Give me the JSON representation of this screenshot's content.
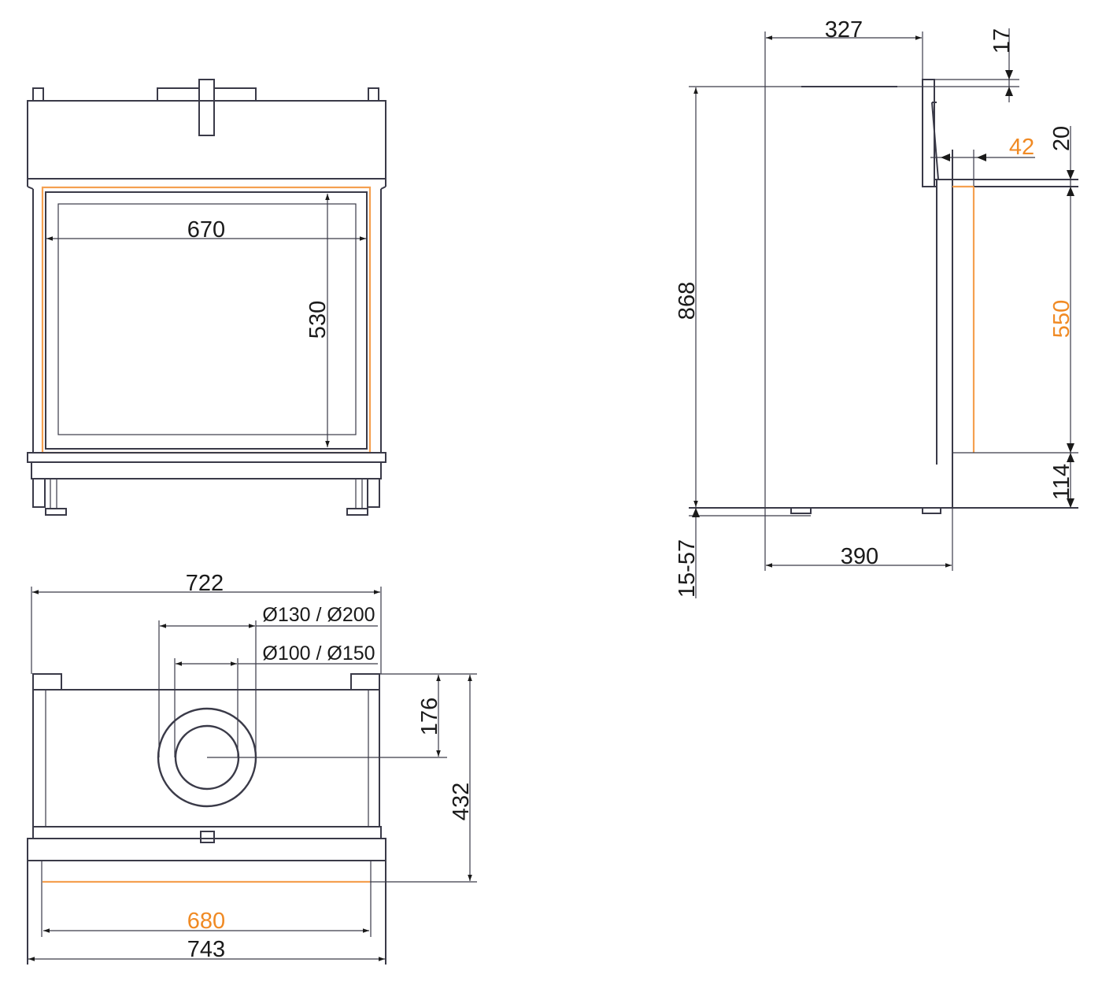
{
  "colors": {
    "line": "#3a3a48",
    "highlight": "#f08a24"
  },
  "front_view": {
    "width_670": "670",
    "height_530": "530"
  },
  "top_view": {
    "width_722": "722",
    "flue_outer": "Ø130 / Ø200",
    "flue_inner": "Ø100 / Ø150",
    "depth_176": "176",
    "depth_432": "432",
    "width_680": "680",
    "width_743": "743"
  },
  "side_view": {
    "top_327": "327",
    "top_17": "17",
    "offset_42": "42",
    "gap_20": "20",
    "height_868": "868",
    "height_550": "550",
    "base_114": "114",
    "feet_15_57": "15-57",
    "depth_390": "390"
  }
}
